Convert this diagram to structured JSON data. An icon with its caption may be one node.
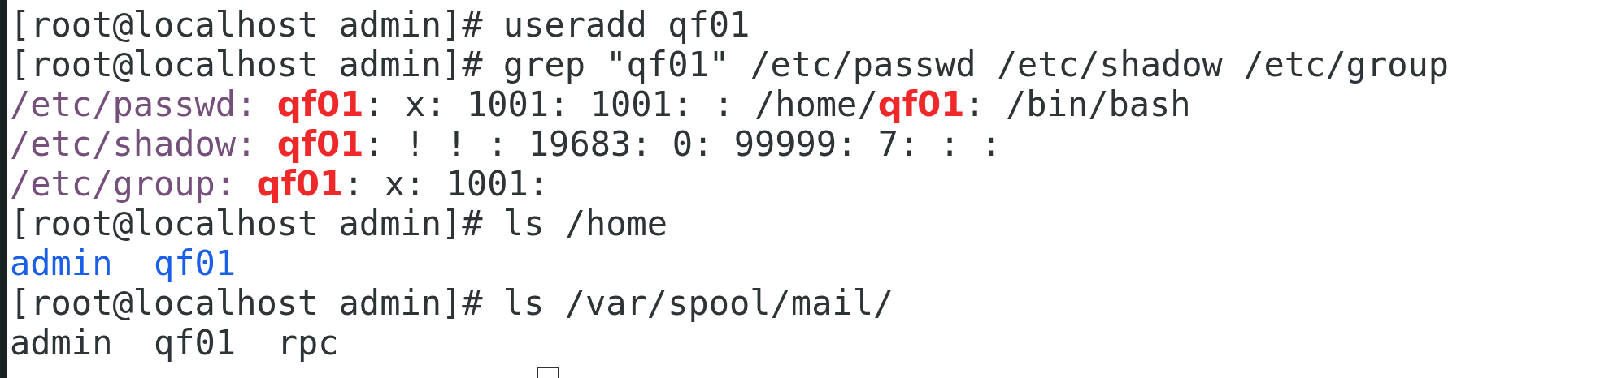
{
  "diagram": {
    "labels": [
      "[root@localhost admin]# useradd qf01",
      "[root@localhost admin]# grep \"qf01\" /etc/passwd /etc/shadow /etc/group",
      "/etc/passwd:",
      "**qf01**: x: 1001: 1001: : /home/**qf01**: /bin/bash",
      "/etc/shadow:",
      "**qf01**: ! ! : 19683: 0: 99999: 7: : :",
      "/etc/group:",
      "**qf01**: x: 1001:",
      "[root@localhost admin]# ls /home",
      "admin  qf01",
      "[root@localhost admin]# ls /var/spool/mail/",
      "admin  qf01  rpc"
    ]
  }
}
